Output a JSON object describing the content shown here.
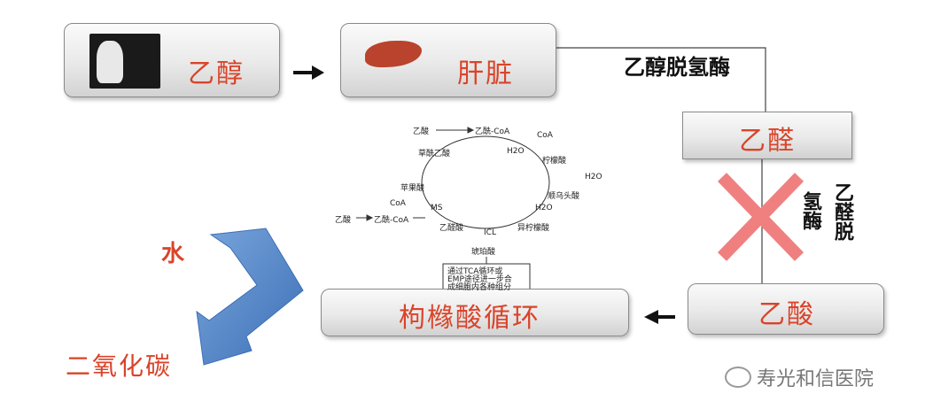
{
  "nodes": {
    "ethanol": "乙醇",
    "liver": "肝脏",
    "acetaldehyde": "乙醛",
    "acetic_acid": "乙酸",
    "citric_cycle": "枸橼酸循环"
  },
  "enzymes": {
    "adh": "乙醇脱氢酶",
    "aldh_col1": "乙醛脱",
    "aldh_col2": "氢酶"
  },
  "products": {
    "water": "水",
    "co2": "二氧化碳"
  },
  "tca_labels": {
    "acetate_top": "乙酸",
    "acetyl_coa_top": "乙酰-CoA",
    "coa_top": "CoA",
    "oxaloacetate": "草酰乙酸",
    "h2o_1": "H2O",
    "citrate": "柠檬酸",
    "h2o_2": "H2O",
    "cis_aconitate": "顺乌头酸",
    "malate": "苹果酸",
    "coa_left": "CoA",
    "ms": "MS",
    "acetate_left": "乙酸",
    "acetyl_coa_left": "乙酰-CoA",
    "h2o_3": "H2O",
    "glyoxylate": "乙醛酸",
    "icl": "ICL",
    "isocitrate": "异柠檬酸",
    "succinate": "琥珀酸",
    "note_line1": "通过TCA循环或",
    "note_line2": "EMP途径进一步合",
    "note_line3": "成细胞内各种组分"
  },
  "watermark": "寿光和信医院",
  "colors": {
    "red_text": "#d9442a",
    "blue_arrow": "#4a7fc0",
    "red_x": "#f08080"
  }
}
